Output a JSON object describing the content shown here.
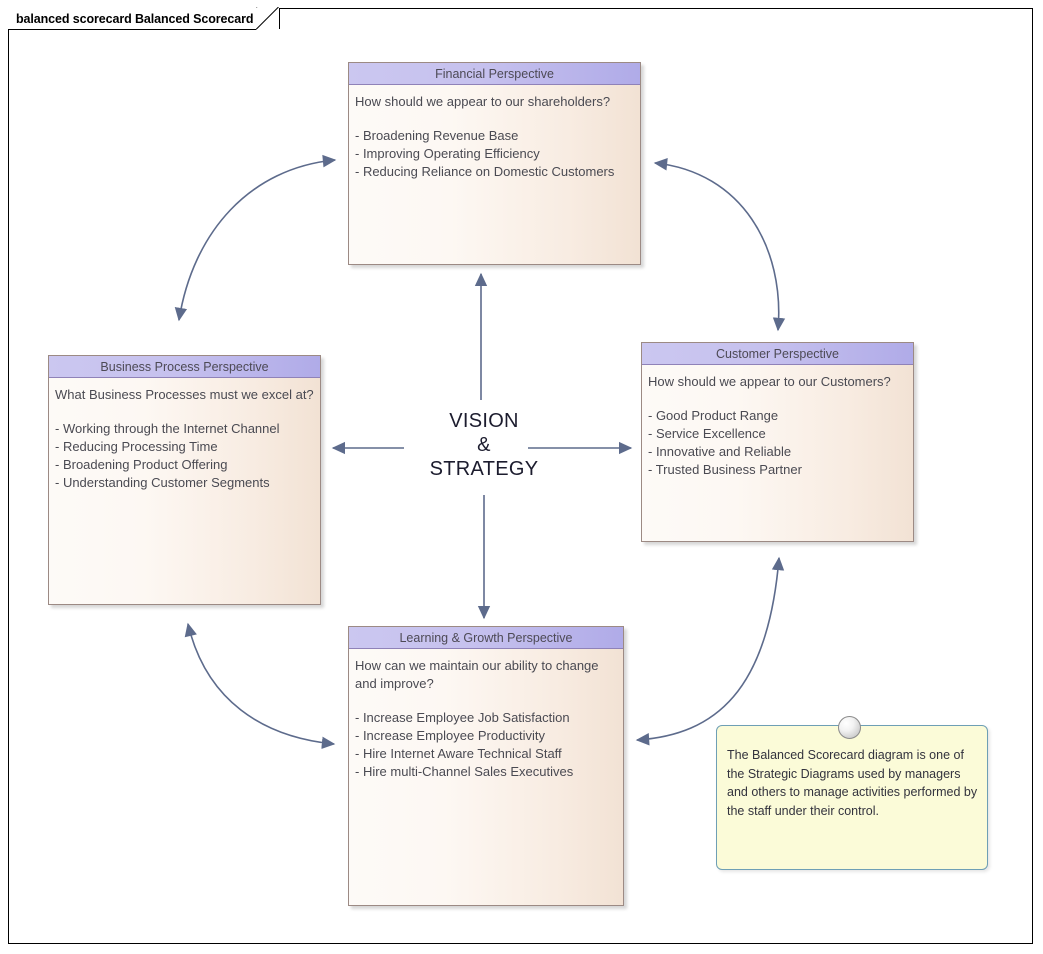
{
  "window": {
    "tab_title": "balanced scorecard Balanced Scorecard"
  },
  "center": {
    "line1": "VISION",
    "line2": "&",
    "line3": "STRATEGY"
  },
  "boxes": [
    {
      "id": "financial",
      "title": "Financial Perspective",
      "question": "How should we appear to our shareholders?",
      "items": [
        "- Broadening Revenue Base",
        "- Improving Operating Efficiency",
        "- Reducing Reliance on Domestic Customers"
      ]
    },
    {
      "id": "business-process",
      "title": "Business Process Perspective",
      "question": "What Business Processes must we excel at?",
      "items": [
        "- Working through the Internet Channel",
        "- Reducing Processing Time",
        "- Broadening Product Offering",
        "- Understanding Customer Segments"
      ]
    },
    {
      "id": "customer",
      "title": "Customer Perspective",
      "question": "How should we appear to our Customers?",
      "items": [
        "- Good Product Range",
        "- Service Excellence",
        "- Innovative and Reliable",
        "- Trusted Business Partner"
      ]
    },
    {
      "id": "learning-growth",
      "title": "Learning & Growth Perspective",
      "question": "How can we maintain our ability to change and improve?",
      "items": [
        "- Increase Employee Job Satisfaction",
        "- Increase Employee Productivity",
        "- Hire Internet Aware Technical Staff",
        "- Hire multi-Channel Sales Executives"
      ]
    }
  ],
  "note": {
    "text": "The Balanced Scorecard diagram is one of the Strategic Diagrams used by managers and others to manage activities performed by the staff under their control."
  },
  "colors": {
    "header_fill": "#c6c1ee",
    "header_border": "#8f82b8",
    "body_fill_left": "#fdfaf7",
    "body_fill_right": "#f2e2d4",
    "body_border": "#9c8a84",
    "connector": "#5d6b8c",
    "note_fill": "#fbfbd8",
    "note_border": "#6e9fb5",
    "frame_border": "#000000"
  }
}
